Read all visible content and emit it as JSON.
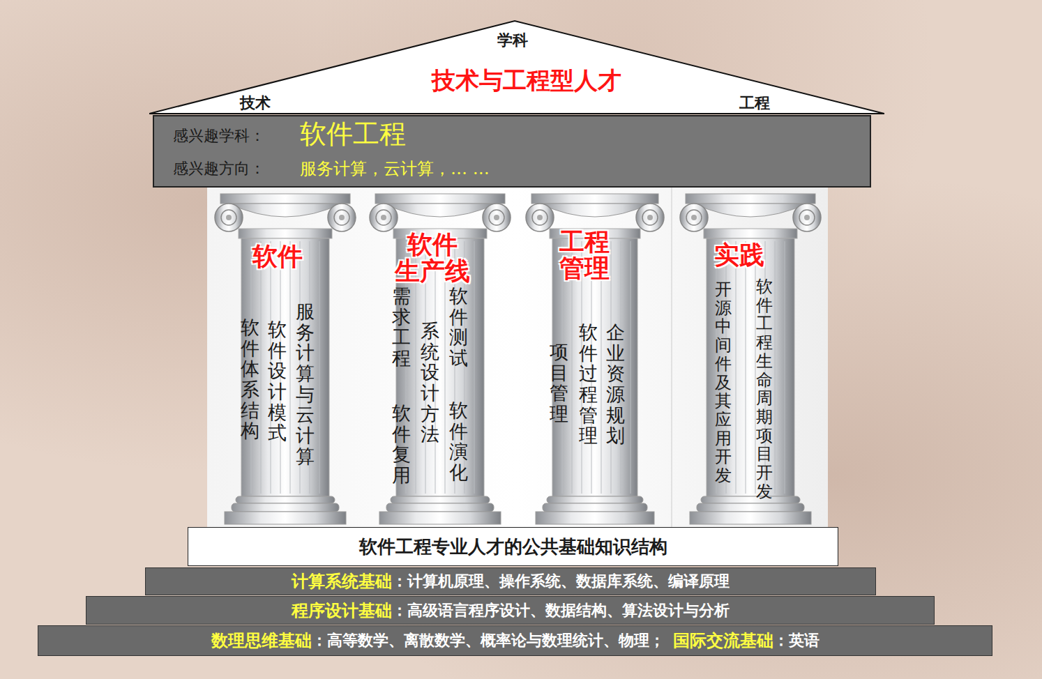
{
  "diagram": {
    "nodes": [
      {
        "text": [
          "学科",
          "技术与工程型人才",
          "技术",
          "工程"
        ]
      },
      {
        "text": [
          "感兴趣学科：",
          "软件工程",
          "感兴趣方向：",
          "服务计算，云计算，… …"
        ]
      },
      {
        "text": [
          "软件",
          "服务计算与云计算",
          "软件设计模式",
          "软件体系结构"
        ]
      },
      {
        "text": [
          "软件 生产线",
          "软件测试",
          "软件演化",
          "系统设计方法",
          "需求工程",
          "软件复用"
        ]
      },
      {
        "text": [
          "工程 管理",
          "企业资源规划",
          "软件过程管理",
          "项目管理"
        ]
      },
      {
        "text": [
          "实践",
          "软件工程生命周期项目开发",
          "开源中间件及其应用开发"
        ]
      },
      {
        "text": [
          "软件工程专业人才的公共基础知识结构"
        ]
      },
      {
        "text": [
          "计算系统基础",
          "：计算机原理、操作系统、数据库系统、编译原理"
        ]
      },
      {
        "text": [
          "程序设计基础",
          "：高级语言程序设计、数据结构、算法设计与分析"
        ]
      },
      {
        "text": [
          "数理思维基础",
          "：高等数学、离散数学、概率论与数理统计、物理；",
          "国际交流基础",
          "：英语"
        ]
      }
    ]
  }
}
